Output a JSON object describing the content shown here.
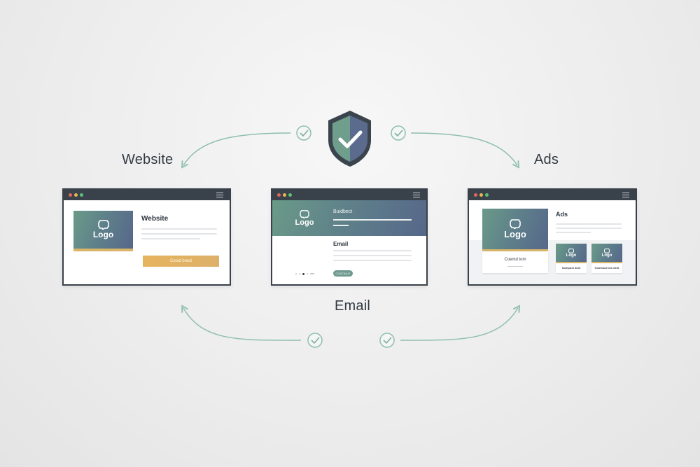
{
  "labels": {
    "website": "Website",
    "ads": "Ads",
    "email": "Email"
  },
  "icons": {
    "center": "shield-check-icon",
    "check": "check-circle-icon",
    "logo": "chat-bubble-icon"
  },
  "colors": {
    "shield_light": "#6f9e8c",
    "shield_dark": "#5b6b8e",
    "shield_border": "#3b444d",
    "flow": "#8fbfae",
    "accent_gold": "#e3b35f",
    "window_frame": "#39414a"
  },
  "website_window": {
    "logo": "Logo",
    "title": "Website",
    "button": "Cooid breat"
  },
  "email_window": {
    "logo": "Logo",
    "subject": "Buidbect",
    "title": "Email",
    "button": "CONTINUE"
  },
  "ads_window": {
    "logo": "Logo",
    "title": "Ads",
    "main_caption": "Coemd tom",
    "card1_logo": "Logo",
    "card1_caption": "Sompoet dest",
    "card2_logo": "Logo",
    "card2_caption": "Commud tem dest"
  }
}
